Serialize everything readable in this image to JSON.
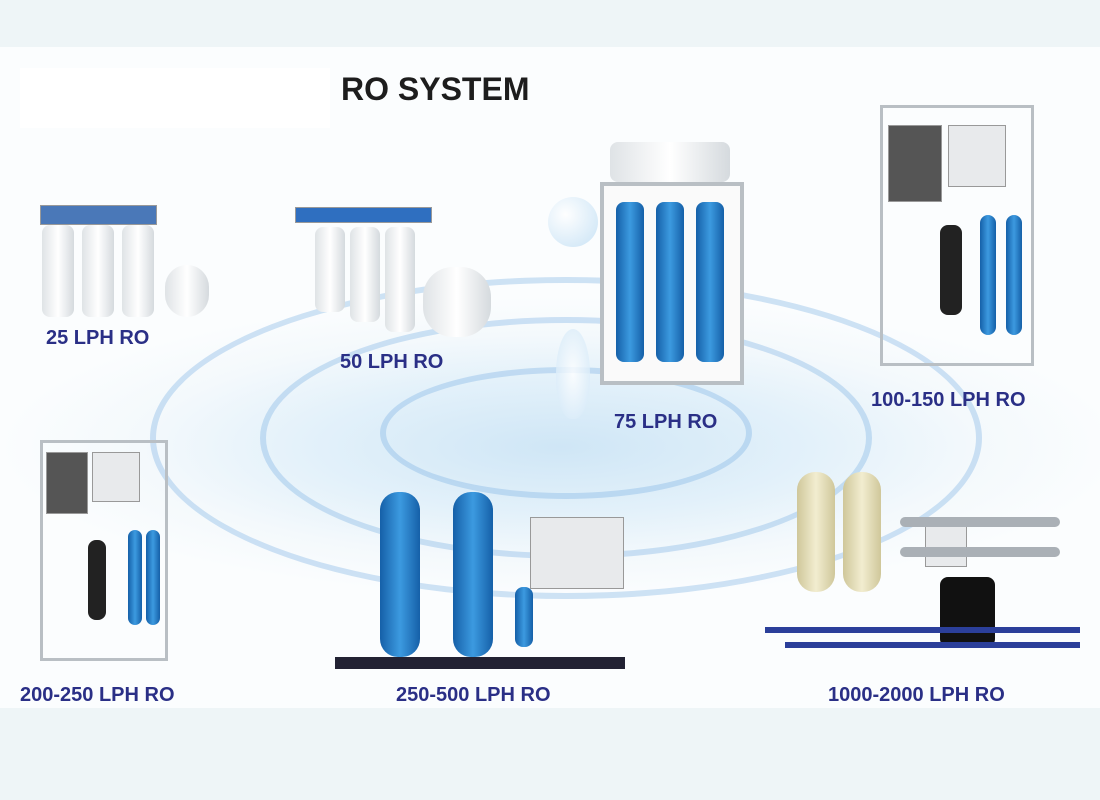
{
  "title": "RO SYSTEM",
  "products": [
    {
      "label": "25 LPH RO"
    },
    {
      "label": "50 LPH RO"
    },
    {
      "label": "75 LPH RO"
    },
    {
      "label": "100-150 LPH RO"
    },
    {
      "label": "200-250 LPH RO"
    },
    {
      "label": "250-500 LPH RO"
    },
    {
      "label": "1000-2000 LPH RO"
    }
  ],
  "colors": {
    "label": "#2a2f86",
    "title": "#1d1d1d",
    "water": "#cfe6f6"
  }
}
